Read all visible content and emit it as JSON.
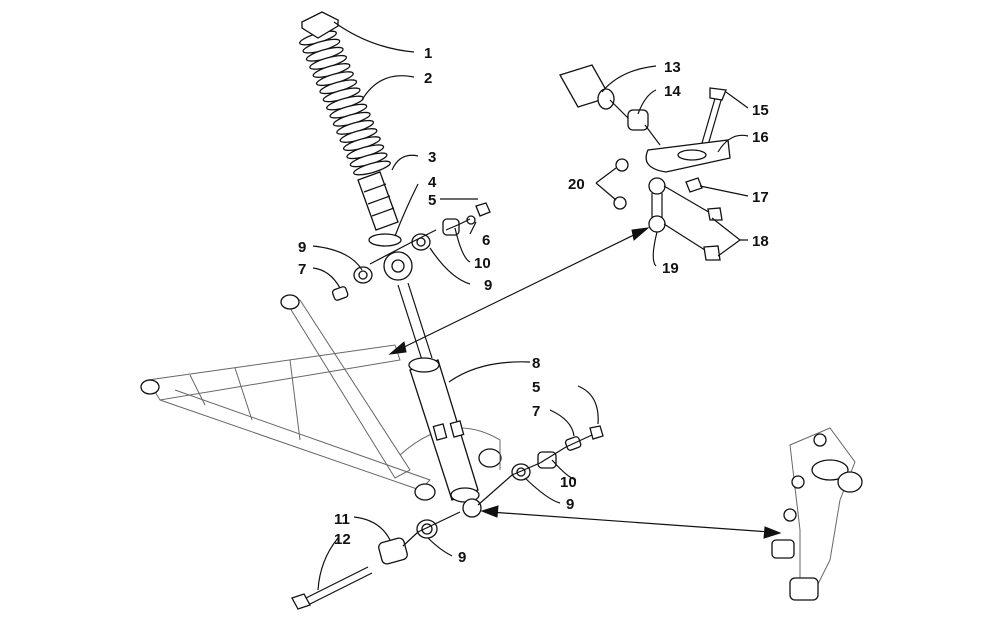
{
  "callouts": {
    "c1": "1",
    "c2": "2",
    "c3": "3",
    "c4": "4",
    "c5a": "5",
    "c5b": "5",
    "c6": "6",
    "c7a": "7",
    "c7b": "7",
    "c8": "8",
    "c9a": "9",
    "c9b": "9",
    "c9c": "9",
    "c9d": "9",
    "c10a": "10",
    "c10b": "10",
    "c11": "11",
    "c12": "12",
    "c13": "13",
    "c14": "14",
    "c15": "15",
    "c16": "16",
    "c17": "17",
    "c18": "18",
    "c19": "19",
    "c20": "20"
  }
}
